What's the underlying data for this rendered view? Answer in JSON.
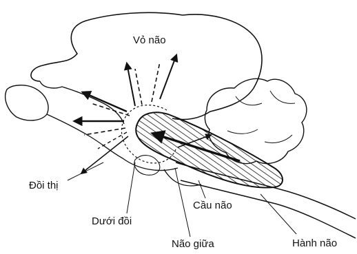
{
  "labels": {
    "cortex": "Vỏ não",
    "thalamus": "Đồi thị",
    "hypothalamus": "Dưới đồi",
    "pons": "Cầu não",
    "midbrain": "Não giữa",
    "medulla": "Hành não"
  },
  "colors": {
    "line": "#111111",
    "background": "#ffffff"
  }
}
